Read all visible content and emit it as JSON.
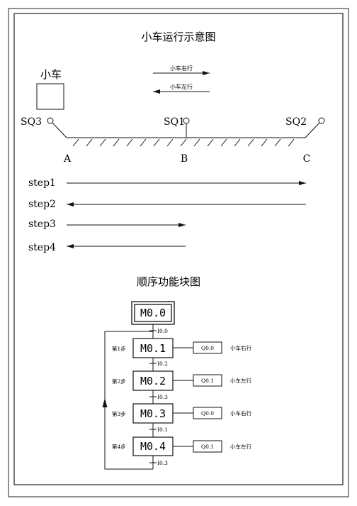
{
  "title": "小车运行示意图",
  "car_label": "小车",
  "legend": {
    "right": "小车右行",
    "left": "小车左行"
  },
  "switches": {
    "sq1": "SQ1",
    "sq2": "SQ2",
    "sq3": "SQ3"
  },
  "points": {
    "a": "A",
    "b": "B",
    "c": "C"
  },
  "steps": [
    "step1",
    "step2",
    "step3",
    "step4"
  ],
  "sfc": {
    "title": "顺序功能块图",
    "initial": "M0.0",
    "states": [
      {
        "step": "第1步",
        "name": "M0.1",
        "output": "Q0.0",
        "action": "小车右行"
      },
      {
        "step": "第2步",
        "name": "M0.2",
        "output": "Q0.1",
        "action": "小车左行"
      },
      {
        "step": "第3步",
        "name": "M0.3",
        "output": "Q0.0",
        "action": "小车右行"
      },
      {
        "step": "第4步",
        "name": "M0.4",
        "output": "Q0.1",
        "action": "小车左行"
      }
    ],
    "transitions": [
      "I0.0",
      "I0.2",
      "I0.3",
      "I0.1",
      "I0.3"
    ]
  }
}
